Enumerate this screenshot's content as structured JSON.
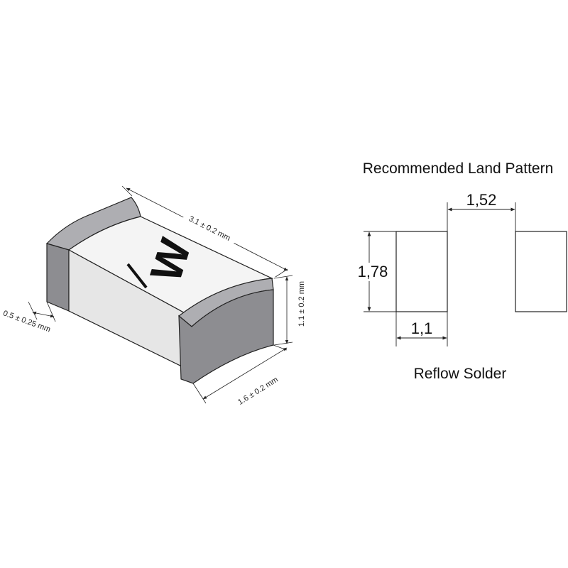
{
  "component": {
    "marking": "W",
    "dimensions": {
      "length": "3.1 ± 0.2 mm",
      "height": "1.1 ± 0.2 mm",
      "width": "1.6 ± 0.2 mm",
      "terminal": "0.5 ± 0.25 mm"
    },
    "colors": {
      "body_top": "#f4f4f4",
      "body_side": "#e6e6e6",
      "cap_face": "#8d8d91",
      "cap_top": "#aeaeb2",
      "outline": "#222222"
    }
  },
  "land_pattern": {
    "title": "Recommended Land Pattern",
    "gap": "1,52",
    "pad_height": "1,78",
    "pad_width": "1,1",
    "caption": "Reflow Solder"
  }
}
